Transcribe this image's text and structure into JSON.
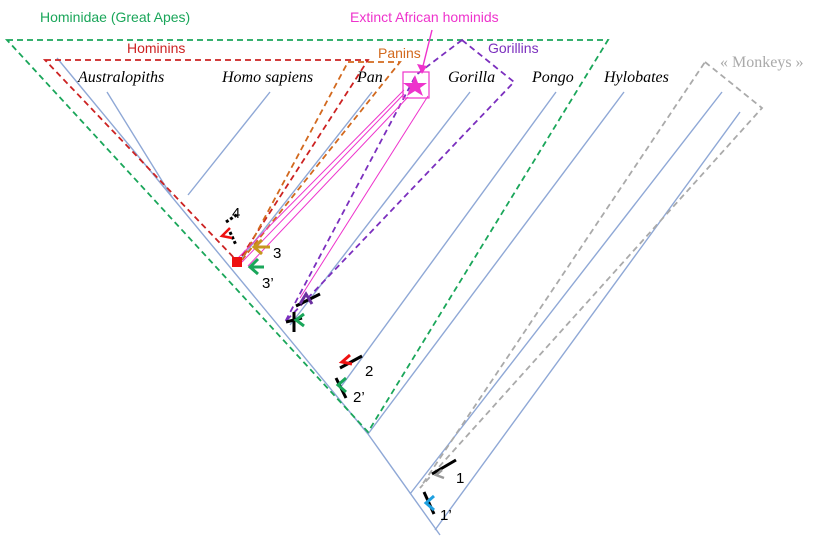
{
  "groups": {
    "hominidae": "Hominidae (Great Apes)",
    "hominins": "Hominins",
    "panins": "Panins",
    "gorillins": "Gorillins",
    "monkeys": "« Monkeys »",
    "extinct": "Extinct African hominids"
  },
  "taxa": {
    "australopiths": "Australopiths",
    "homo_sapiens": "Homo sapiens",
    "pan": "Pan",
    "gorilla": "Gorilla",
    "pongo": "Pongo",
    "hylobates": "Hylobates"
  },
  "markers": {
    "m1": "1",
    "m1p": "1’",
    "m2": "2",
    "m2p": "2’",
    "m3": "3",
    "m3p": "3’",
    "m4": "4"
  },
  "colors": {
    "branch": "#8fa8d6",
    "hominidae": "#1aa65a",
    "hominins": "#cc2222",
    "panins": "#d2691e",
    "gorillins": "#7b2fbe",
    "monkeys": "#aaaaaa",
    "extinct": "#ee33cc",
    "marker_red": "#ee1111",
    "marker_gold": "#c8961e",
    "marker_green": "#1aa65a",
    "marker_purple": "#6a2fa0",
    "marker_blue": "#1fa0e0",
    "marker_gray": "#999999"
  }
}
